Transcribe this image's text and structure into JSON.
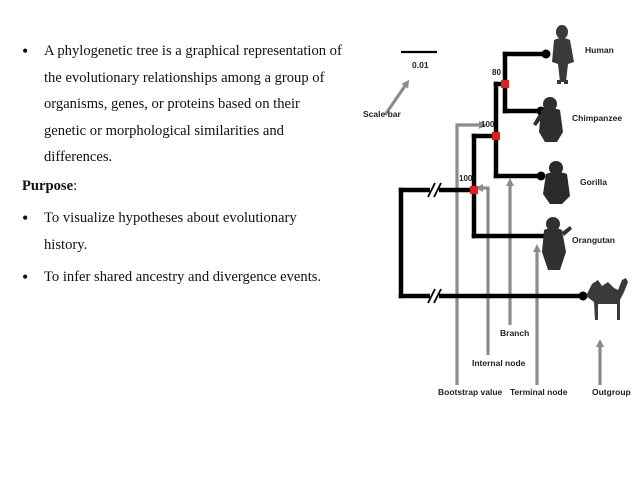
{
  "bullets_top": [
    {
      "text": "A phylogenetic tree is a graphical representation of the evolutionary relationships among a group of organisms, genes, or proteins based on their genetic or morphological similarities and differences."
    }
  ],
  "purpose_heading": "Purpose",
  "purpose_colon": ":",
  "bullets_purpose": [
    {
      "text": "To visualize hypotheses about evolutionary history."
    },
    {
      "text": "To infer shared ancestry and divergence events."
    }
  ],
  "bullet_glyph": "•",
  "tree": {
    "scale_value": "0.01",
    "scale_label": "Scale bar",
    "bootstrap": [
      "80",
      "100",
      "100"
    ],
    "taxa": [
      "Human",
      "Chimpanzee",
      "Gorilla",
      "Orangutan"
    ],
    "callouts": {
      "branch": "Branch",
      "internal_node": "Internal node",
      "bootstrap_value": "Bootstrap value",
      "terminal_node": "Terminal node",
      "outgroup": "Outgroup"
    },
    "colors": {
      "branch": "#000000",
      "node": "#e0201a",
      "arrow": "#8c8c8c"
    }
  }
}
